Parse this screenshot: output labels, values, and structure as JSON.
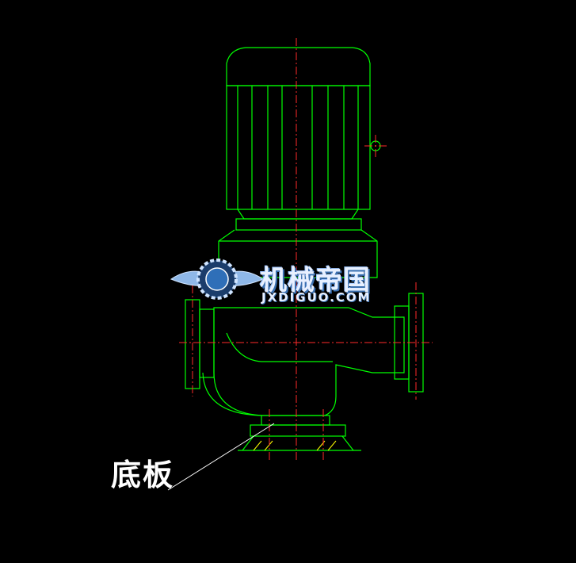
{
  "drawing": {
    "callout_label": "底板",
    "line_colors": {
      "outline": "#00ff00",
      "centerline": "#ff2a2a",
      "hatch": "#ffff00",
      "leader": "#ffffff"
    }
  },
  "watermark": {
    "brand_cn": "机械帝国",
    "brand_en": "JXDIGUO.COM",
    "logo_icon": "gear-wings-logo-icon"
  }
}
